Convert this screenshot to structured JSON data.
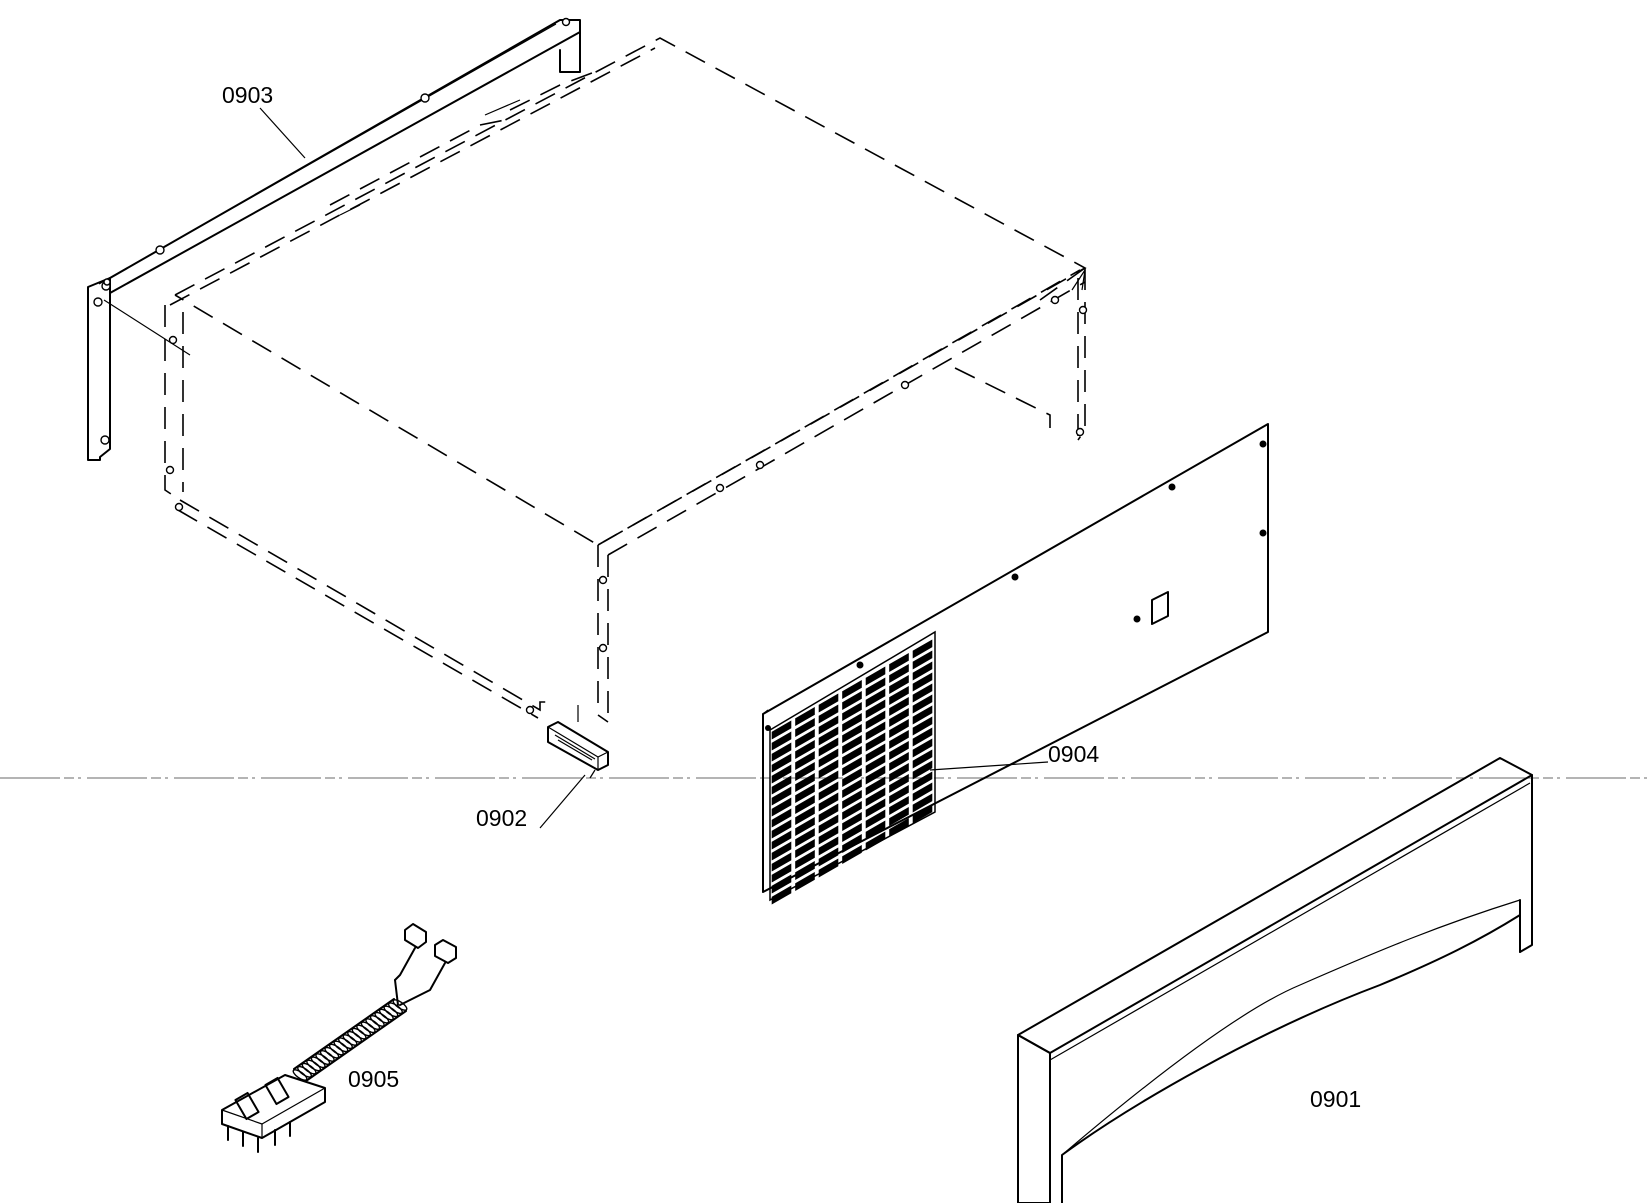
{
  "parts": [
    {
      "id": "0901"
    },
    {
      "id": "0902"
    },
    {
      "id": "0903"
    },
    {
      "id": "0904"
    },
    {
      "id": "0905"
    }
  ]
}
